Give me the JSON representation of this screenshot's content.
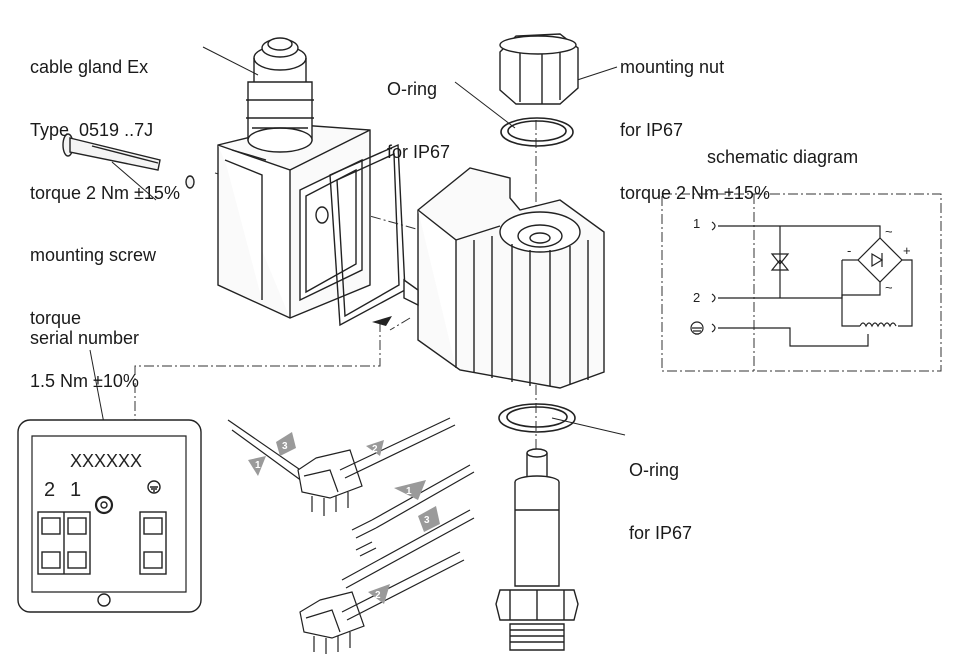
{
  "labels": {
    "cable_gland": [
      "cable gland Ex",
      "Type  0519 ..7J",
      "torque 2 Nm ±15%"
    ],
    "o_ring_top": [
      "O-ring",
      "for IP67"
    ],
    "mounting_nut": [
      "mounting nut",
      "for IP67",
      "torque 2 Nm ±15%"
    ],
    "schematic_title": "schematic diagram",
    "mounting_screw": [
      "mounting screw",
      "torque",
      "1.5 Nm ±10%"
    ],
    "serial_number": "serial number",
    "o_ring_bottom": [
      "O-ring",
      "for IP67"
    ]
  },
  "serial_panel": {
    "placeholder": "XXXXXX",
    "pin_2": "2",
    "pin_1": "1"
  },
  "schematic": {
    "pin_1": "1",
    "pin_2": "2",
    "minus": "-",
    "plus": "+",
    "ac_top": "~",
    "ac_bottom": "~"
  },
  "step_markers": {
    "upper_1": "1",
    "upper_2": "2",
    "upper_3": "3",
    "lower_2": "2",
    "lower_3": "3",
    "lower_arrow": "1"
  }
}
